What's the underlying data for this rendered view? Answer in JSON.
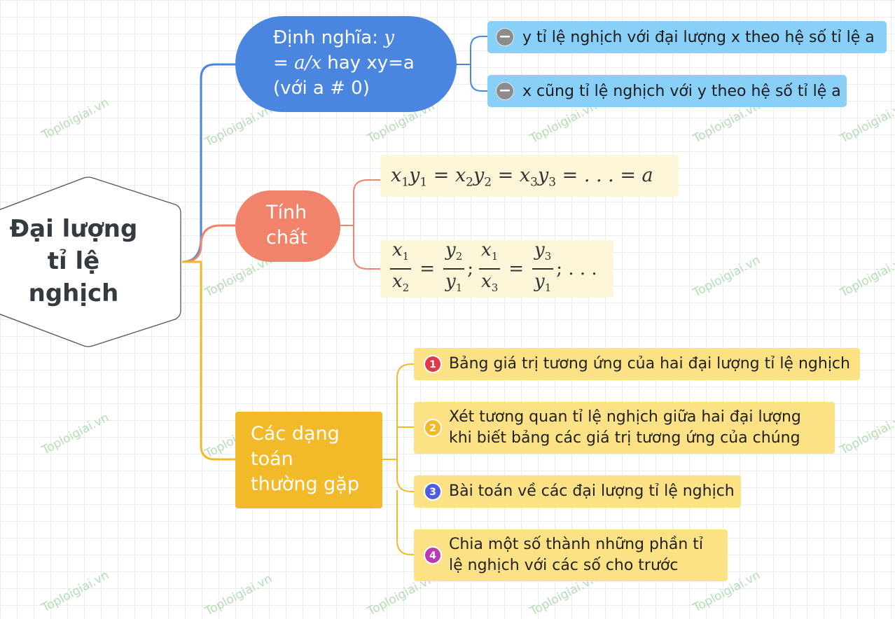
{
  "watermark": "Toploigiai.vn",
  "root": {
    "label": "Đại lượng tỉ lệ nghịch"
  },
  "definition": {
    "label_prefix": "Định nghĩa: ",
    "label_y": "y",
    "label_eq": "= ",
    "label_ax": "a/x",
    "label_rest": " hay xy=a",
    "label_line3": "(với a # 0)",
    "items": [
      "y tỉ lệ nghịch với đại lượng x theo hệ số tỉ lệ a",
      "x cũng tỉ lệ nghịch với y theo hệ số tỉ lệ a"
    ]
  },
  "property": {
    "label_line1": "Tính",
    "label_line2": "chất",
    "formula1": "x₁y₁ = x₂y₂ = x₃y₃ = ... = a",
    "formula2": "x₁/x₂ = y₂/y₁; x₁/x₃ = y₃/y₁; ..."
  },
  "types": {
    "label_line1": "Các dạng",
    "label_line2": "toán",
    "label_line3": "thường gặp",
    "items": [
      {
        "number": "1",
        "text": "Bảng giá trị tương ứng của hai đại lượng tỉ lệ nghịch",
        "color": "#e0394a"
      },
      {
        "number": "2",
        "text": "Xét tương quan tỉ lệ nghịch giữa hai đại lượng\nkhi biết bảng các giá trị tương ứng của chúng",
        "color": "#f2b928"
      },
      {
        "number": "3",
        "text": "Bài toán về các đại lượng tỉ lệ nghịch",
        "color": "#4c5ee0"
      },
      {
        "number": "4",
        "text": "Chia một số thành những phần tỉ\nlệ nghịch với các số cho trước",
        "color": "#b83bb5"
      }
    ]
  },
  "colors": {
    "definition": "#4a86e0",
    "property": "#f0836a",
    "types": "#f2b928",
    "leaf_blue": "#88d0f8",
    "leaf_yellow": "#fde185"
  }
}
